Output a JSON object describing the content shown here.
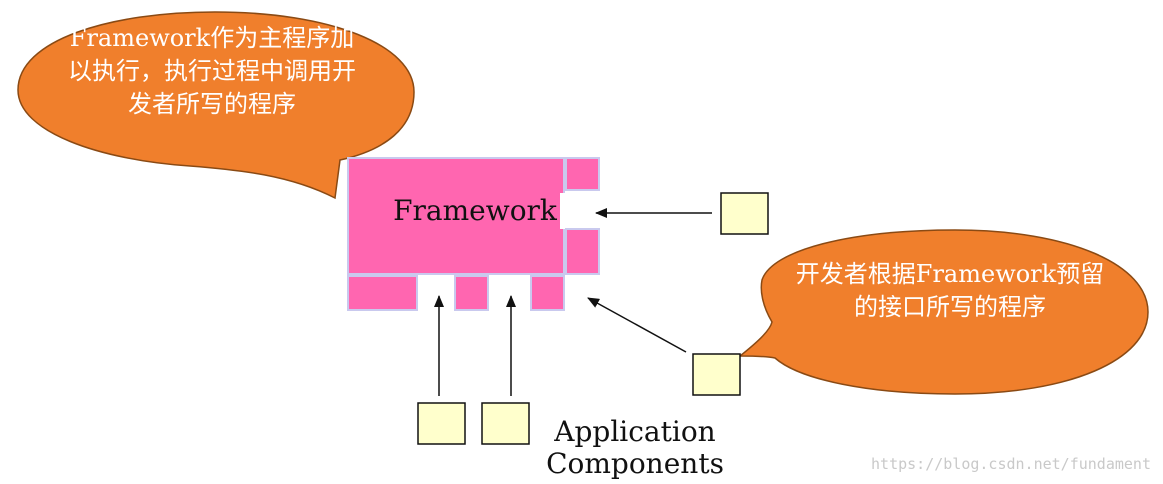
{
  "bubbles": {
    "framework_host": "Framework作为主程序加以执行，执行过程中调用开发者所写的程序",
    "developer_program": "开发者根据Framework预留的接口所写的程序"
  },
  "framework_label": "Framework",
  "app_components_label": "Application Components",
  "watermark": "https://blog.csdn.net/fundament",
  "colors": {
    "bubble_fill": "#f07f2c",
    "bubble_stroke": "#8a4a14",
    "framework_fill": "#ff66b0",
    "framework_stroke": "#c9c9ee",
    "component_fill": "#ffffcc",
    "component_stroke": "#111111",
    "arrow": "#111111"
  }
}
